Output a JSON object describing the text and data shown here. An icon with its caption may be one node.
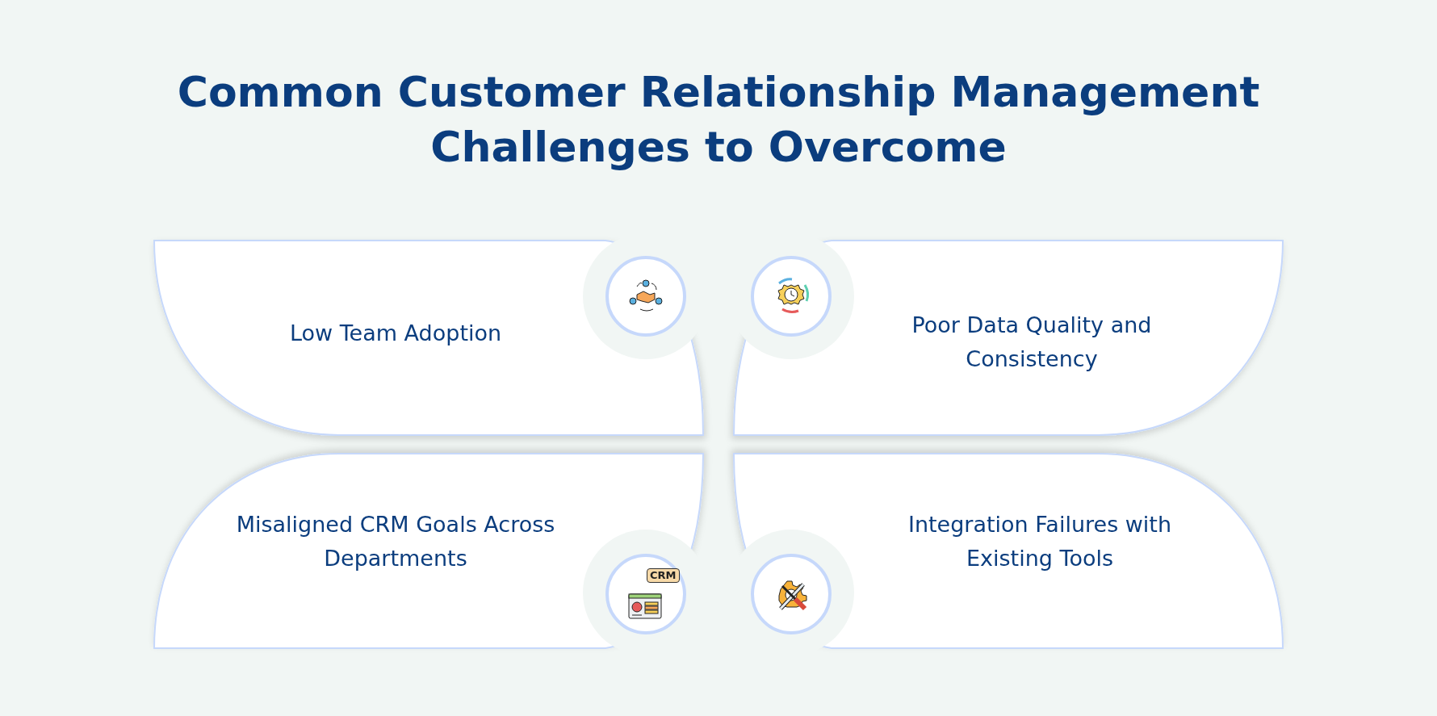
{
  "diagram": {
    "title": "Common Customer Relationship Management Challenges to Overcome",
    "nodes": [
      {
        "text": [
          "Low Team Adoption"
        ]
      },
      {
        "text": [
          "Poor Data Quality and Consistency"
        ]
      },
      {
        "text": [
          "Misaligned CRM Goals Across Departments"
        ]
      },
      {
        "text": [
          "Integration Failures with Existing Tools"
        ]
      }
    ],
    "labels": [
      "CRM"
    ]
  }
}
